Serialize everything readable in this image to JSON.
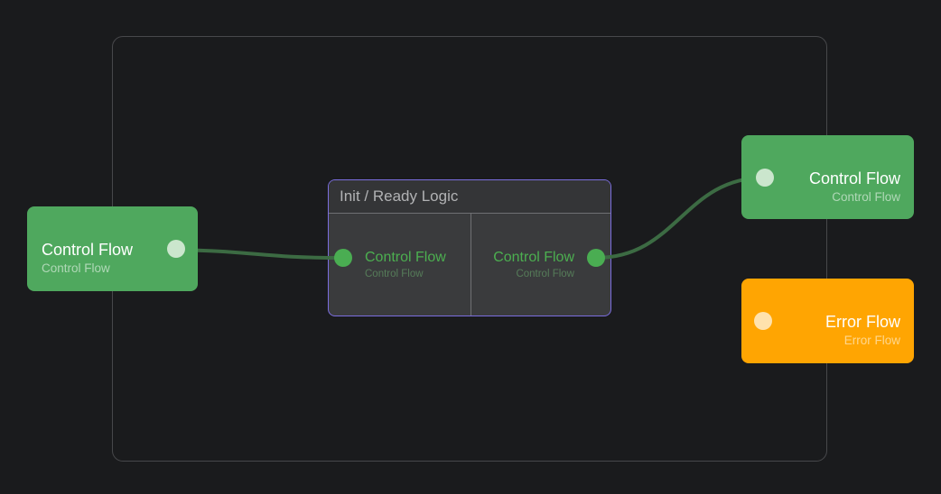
{
  "canvas": {
    "background": "#1a1b1d",
    "frame_border": "#47484b"
  },
  "group": {
    "title": "Init / Ready Logic",
    "border_color": "#7b6ede",
    "input_pin": {
      "label": "Control Flow",
      "sublabel": "Control Flow"
    },
    "output_pin": {
      "label": "Control Flow",
      "sublabel": "Control Flow"
    }
  },
  "nodes": {
    "left": {
      "title": "Control Flow",
      "subtitle": "Control Flow",
      "color": "#4fa85e"
    },
    "top_right": {
      "title": "Control Flow",
      "subtitle": "Control Flow",
      "color": "#4fa85e"
    },
    "bottom_right": {
      "title": "Error Flow",
      "subtitle": "Error Flow",
      "color": "#ffa502"
    }
  },
  "edges": [
    {
      "from": "left-node-output-port",
      "to": "group-input-port",
      "color": "#3c6b43"
    },
    {
      "from": "group-output-port",
      "to": "top-right-node-input-port",
      "color": "#3c6b43"
    }
  ],
  "colors": {
    "wire": "#3c6b43",
    "port_bright_green": "#4aad52",
    "port_pale_green": "#cbe6cd",
    "port_pale_orange": "#ffe2ad",
    "pin_label_green": "#4caf50"
  }
}
